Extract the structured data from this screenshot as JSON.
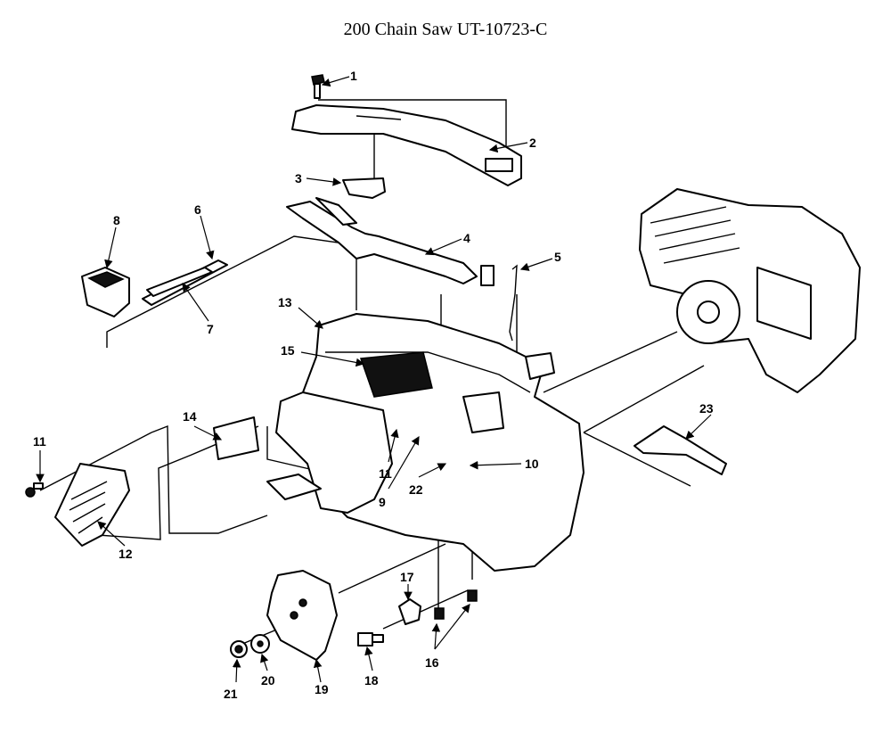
{
  "title": "200 Chain Saw UT-10723-C",
  "callouts": {
    "c1": "1",
    "c2": "2",
    "c3": "3",
    "c4": "4",
    "c5": "5",
    "c6": "6",
    "c7": "7",
    "c8": "8",
    "c9": "9",
    "c10": "10",
    "c11a": "11",
    "c11b": "11",
    "c12": "12",
    "c13": "13",
    "c14": "14",
    "c15": "15",
    "c16": "16",
    "c17": "17",
    "c18": "18",
    "c19": "19",
    "c20": "20",
    "c21": "21",
    "c22": "22",
    "c23": "23"
  }
}
